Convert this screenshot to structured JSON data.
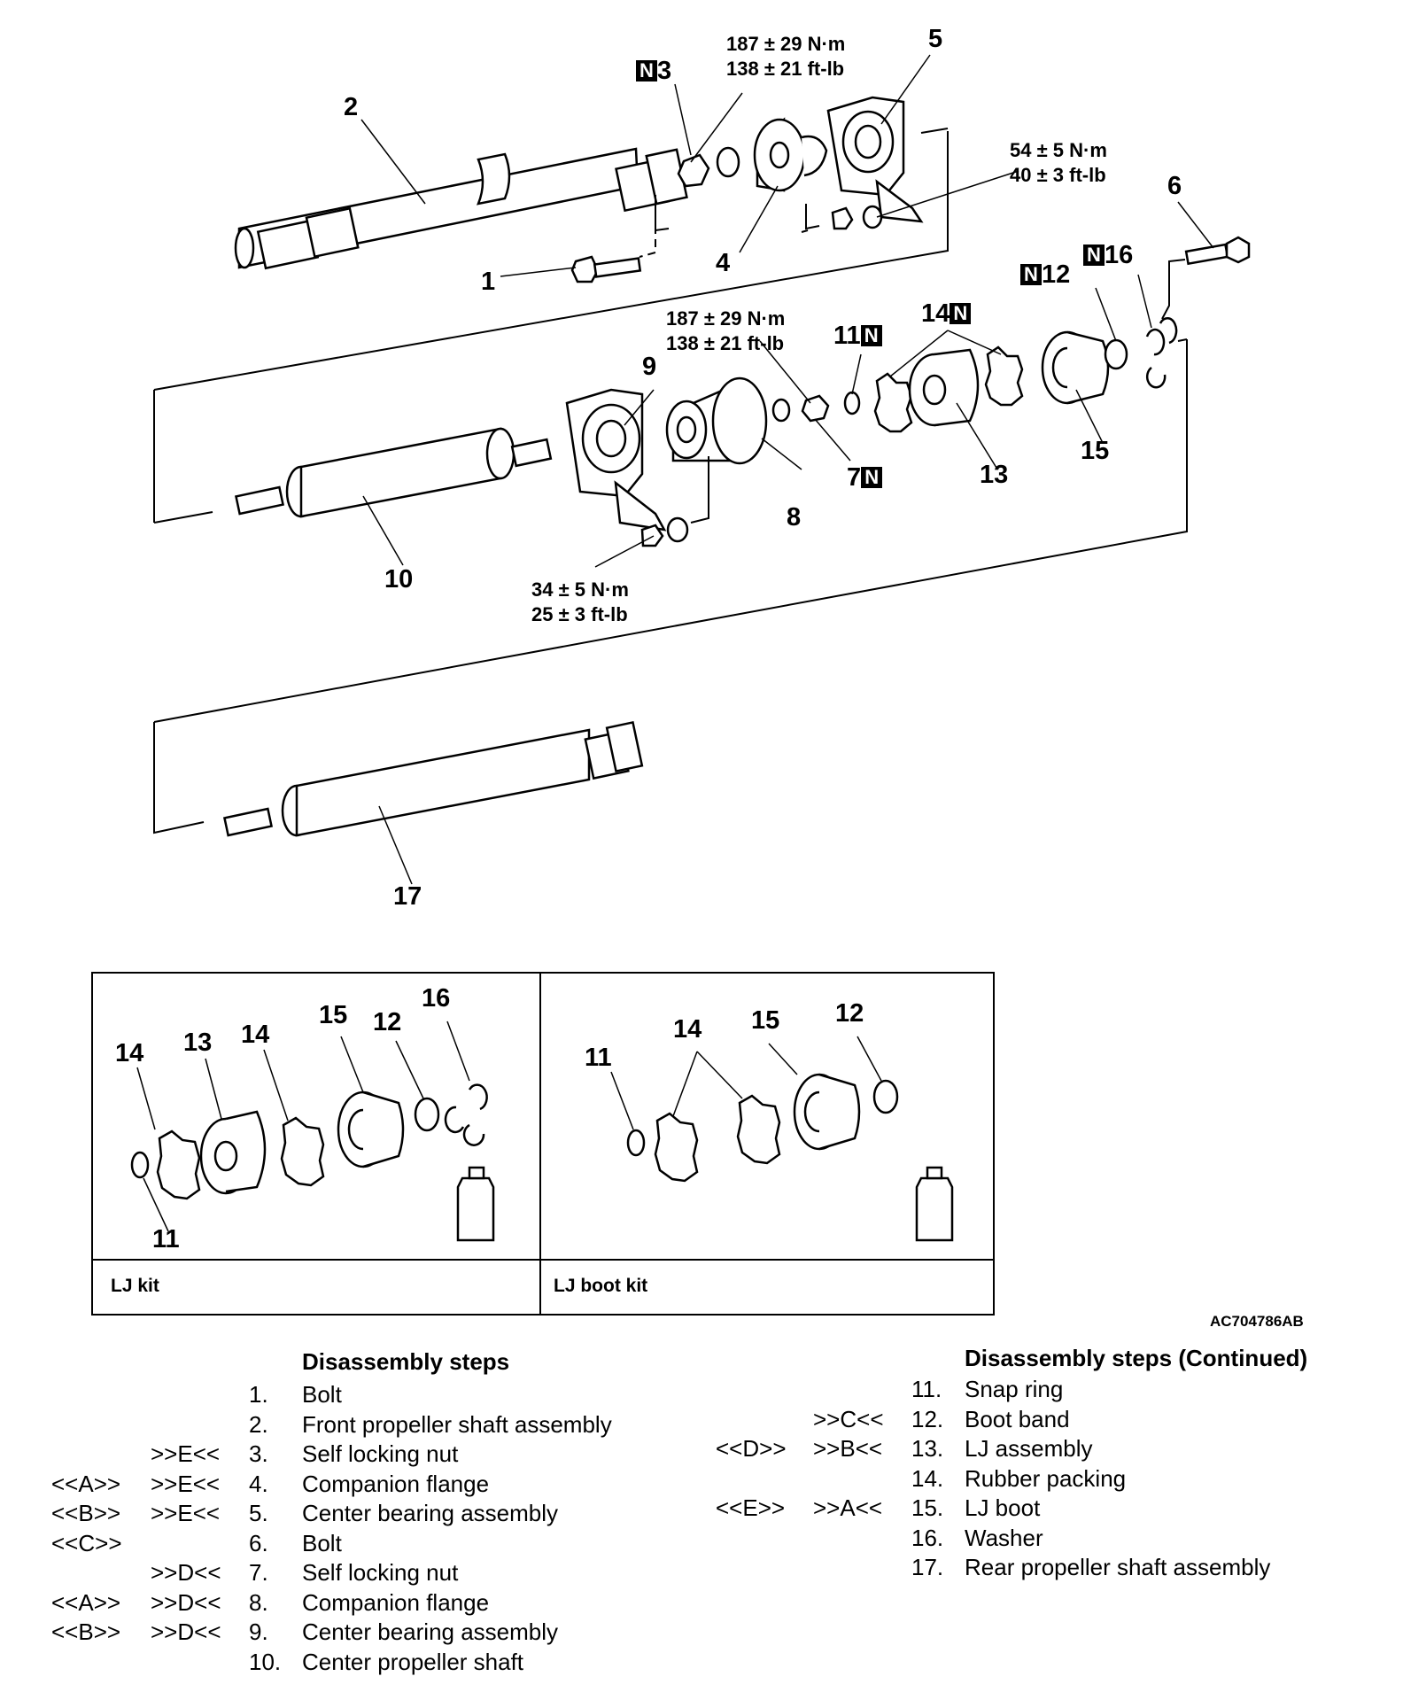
{
  "callouts": {
    "c1": "1",
    "c2": "2",
    "c3": "3",
    "c4": "4",
    "c5": "5",
    "c6": "6",
    "c7": "7",
    "c8": "8",
    "c9": "9",
    "c10": "10",
    "c11": "11",
    "c12": "12",
    "c13": "13",
    "c14": "14",
    "c15": "15",
    "c16": "16",
    "c17": "17"
  },
  "new_part_mark": "N",
  "torques": {
    "t1": {
      "nm": "187 ± 29 N·m",
      "ftlb": "138 ± 21 ft-lb"
    },
    "t2": {
      "nm": "54 ± 5 N·m",
      "ftlb": "40 ± 3 ft-lb"
    },
    "t3": {
      "nm": "187 ± 29 N·m",
      "ftlb": "138 ± 21 ft-lb"
    },
    "t4": {
      "nm": "34 ± 5 N·m",
      "ftlb": "25 ± 3 ft-lb"
    }
  },
  "kits": {
    "lj_kit": {
      "label": "LJ kit",
      "items": [
        "14",
        "13",
        "14",
        "15",
        "12",
        "16",
        "11"
      ]
    },
    "lj_boot_kit": {
      "label": "LJ boot kit",
      "items": [
        "11",
        "14",
        "15",
        "12"
      ]
    }
  },
  "figure_code": "AC704786AB",
  "steps_left": {
    "title": "Disassembly steps",
    "rows": [
      {
        "a": "",
        "b": "",
        "num": "1.",
        "text": "Bolt"
      },
      {
        "a": "",
        "b": "",
        "num": "2.",
        "text": "Front propeller shaft assembly"
      },
      {
        "a": "",
        "b": ">>E<<",
        "num": "3.",
        "text": "Self locking nut"
      },
      {
        "a": "<<A>>",
        "b": ">>E<<",
        "num": "4.",
        "text": "Companion flange"
      },
      {
        "a": "<<B>>",
        "b": ">>E<<",
        "num": "5.",
        "text": "Center bearing assembly"
      },
      {
        "a": "<<C>>",
        "b": "",
        "num": "6.",
        "text": "Bolt"
      },
      {
        "a": "",
        "b": ">>D<<",
        "num": "7.",
        "text": "Self locking nut"
      },
      {
        "a": "<<A>>",
        "b": ">>D<<",
        "num": "8.",
        "text": "Companion flange"
      },
      {
        "a": "<<B>>",
        "b": ">>D<<",
        "num": "9.",
        "text": "Center bearing assembly"
      },
      {
        "a": "",
        "b": "",
        "num": "10.",
        "text": "Center propeller shaft"
      }
    ]
  },
  "steps_right": {
    "title": "Disassembly steps (Continued)",
    "rows": [
      {
        "a": "",
        "b": "",
        "num": "11.",
        "text": "Snap ring"
      },
      {
        "a": "",
        "b": ">>C<<",
        "num": "12.",
        "text": "Boot band"
      },
      {
        "a": "<<D>>",
        "b": ">>B<<",
        "num": "13.",
        "text": "LJ assembly"
      },
      {
        "a": "",
        "b": "",
        "num": "14.",
        "text": "Rubber packing"
      },
      {
        "a": "<<E>>",
        "b": ">>A<<",
        "num": "15.",
        "text": "LJ boot"
      },
      {
        "a": "",
        "b": "",
        "num": "16.",
        "text": "Washer"
      },
      {
        "a": "",
        "b": "",
        "num": "17.",
        "text": "Rear propeller shaft assembly"
      }
    ]
  }
}
